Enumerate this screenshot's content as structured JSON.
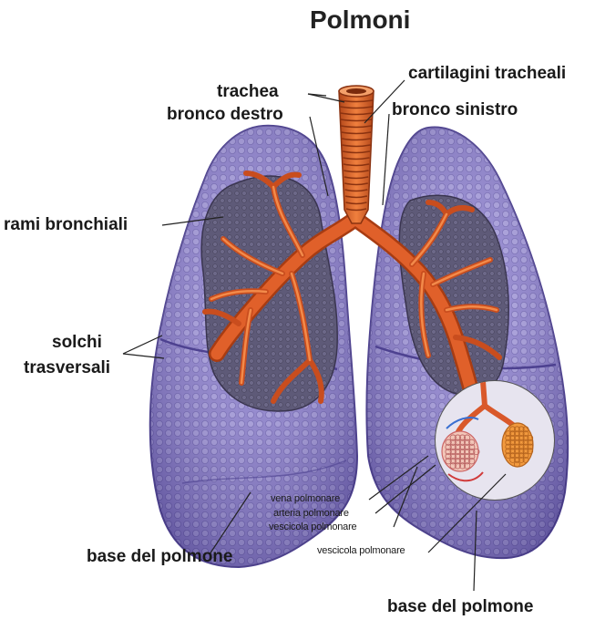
{
  "title": "Polmoni",
  "labels": {
    "trachea": "trachea",
    "cartilagini": "cartilagini tracheali",
    "bronco_destro": "bronco destro",
    "bronco_sinistro": "bronco sinistro",
    "rami_bronchiali": "rami bronchiali",
    "solchi": "solchi",
    "trasversali": "trasversali",
    "vena_polmonare": "vena polmonare",
    "arteria_polmonare": "arteria polmonare",
    "vescicola_1": "vescicola polmonare",
    "vescicola_2": "vescicola polmonare",
    "base_left": "base del polmone",
    "base_right": "base del polmone"
  },
  "colors": {
    "lung": "#8c7fd0",
    "lung_dark": "#5a4c9a",
    "lung_light": "#b9b0e6",
    "interior": "#5e5a78",
    "bronchi": "#e0602a",
    "bronchi_dark": "#a83c12",
    "alveoli": "#f08a3c"
  }
}
